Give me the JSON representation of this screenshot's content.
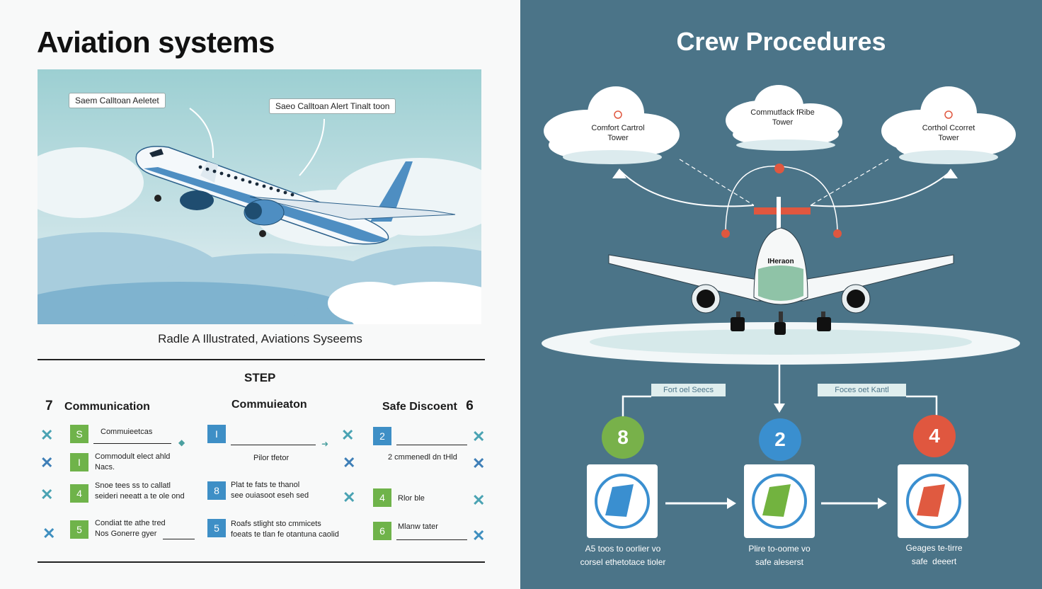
{
  "left": {
    "title": "Aviation systems",
    "callout1": "Saem  Calltoan Aeletet",
    "callout2": "Saeo  Calltoan Alert Tinalt toon",
    "caption": "Radle A Illustrated, Aviations Syseems",
    "step_title": "STEP",
    "col1": {
      "num": "7",
      "label": "Communication"
    },
    "col2": {
      "label": "Commuieaton"
    },
    "col3": {
      "label": "Safe Discoent",
      "num": "6"
    },
    "rows_col1": [
      {
        "n": "S",
        "text": "Commuieetcas"
      },
      {
        "n": "I",
        "text": "Commodult elect ahld\nNacs."
      },
      {
        "n": "4",
        "text": "Snoe tees ss to callatl\nseideri neeatt a te ole ond"
      },
      {
        "n": "5",
        "text": "Condiat tte athe tred\nNos Gonerre gyer"
      }
    ],
    "rows_col2": [
      {
        "n": "I",
        "text": ""
      },
      {
        "n": "",
        "text": "Pilor tfetor"
      },
      {
        "n": "8",
        "text": "Plat te fats te thanol\nsee ouiasoot eseh sed"
      },
      {
        "n": "5",
        "text": "Roafs stlight sto cmmicets\nfoeats te tlan fe otantuna caolid"
      }
    ],
    "rows_col3": [
      {
        "n": "2",
        "text": ""
      },
      {
        "n": "",
        "text": "2 cmmenedl dn tHld"
      },
      {
        "n": "4",
        "text": "Rlor ble"
      },
      {
        "n": "6",
        "text": "Mlanw tater"
      }
    ]
  },
  "right": {
    "title": "Crew Procedures",
    "cloud_left": "Comfort Cartrol\nTower",
    "cloud_mid": "Commutfack fRibe\nTower",
    "cloud_right": "Corthol Ccorret\nTower",
    "plane_tag": "IHeraon",
    "tag_left": "Fort  oel  Seecs",
    "tag_right": "Foces  oet  Kantl",
    "steps": [
      {
        "num": "8",
        "color": "#78b14a",
        "icon_color": "#3a8fd0",
        "caption": "A5 toos to oorlier vo\ncorsel ethetotace tioler"
      },
      {
        "num": "2",
        "color": "#3a8fcf",
        "icon_color": "#72b33f",
        "caption": "Plire to-oome vo\nsafe aleserst"
      },
      {
        "num": "4",
        "color": "#e0573f",
        "icon_color": "#e05a40",
        "caption": "Geages te-tirre\nsafe  deeert"
      }
    ]
  }
}
